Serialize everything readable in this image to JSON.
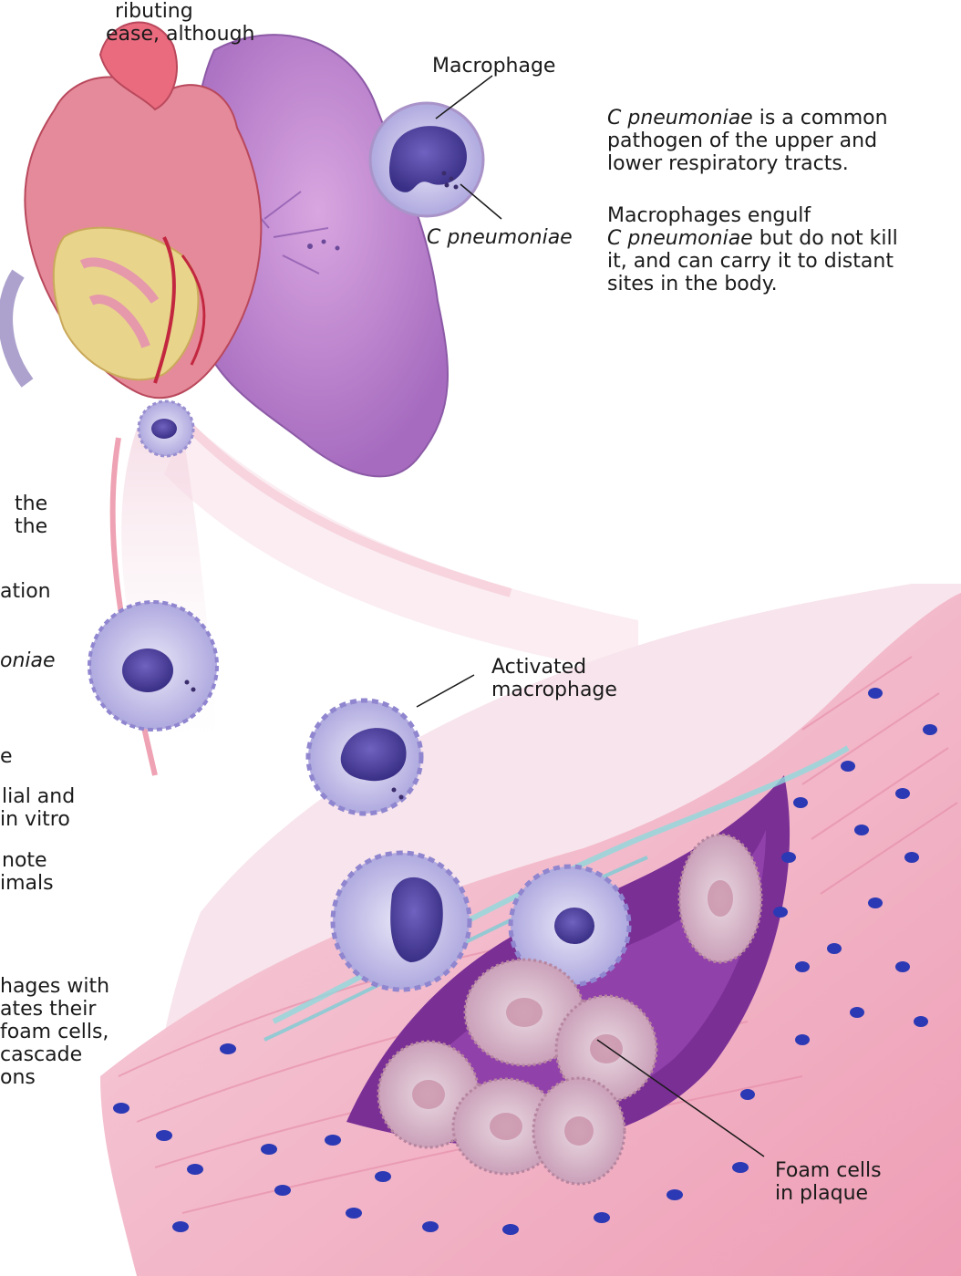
{
  "labels": {
    "macrophage": "Macrophage",
    "c_pneumoniae": "C pneumoniae",
    "activated_macrophage": [
      "Activated",
      "macrophage"
    ],
    "foam_cells": [
      "Foam cells",
      "in plaque"
    ]
  },
  "captions": {
    "pathogen": {
      "line1_italic": "C pneumoniae",
      "line1_rest": " is a common",
      "line2": "pathogen of the upper and",
      "line3": "lower respiratory tracts."
    },
    "macrophages_engulf": {
      "line1": "Macrophages engulf",
      "line2_italic": "C pneumoniae",
      "line2_rest": " but do not kill",
      "line3": "it, and can carry it to distant",
      "line4": "sites in the body."
    },
    "left_top_fragment": [
      "ributing",
      "ease, although"
    ],
    "left_middle_fragment": [
      "the",
      "the",
      "ation",
      "oniae",
      "e",
      "lial and",
      "in vitro",
      "note",
      "imals"
    ],
    "left_bottom_fragment": [
      "hages with",
      "ates their",
      "foam cells,",
      "cascade",
      "ons"
    ]
  },
  "colors": {
    "lung": "#b77fc9",
    "heart_red": "#e0546a",
    "heart_yellow": "#e9d48c",
    "vessel_pink": "#f1a7bd",
    "smooth_muscle_nucleus": "#2b39b5",
    "macrophage_body": "#c9c6ea",
    "macrophage_nucleus": "#4a3f9e",
    "plaque": "#6b2b8a",
    "fiber_cyan": "#8fd9dc"
  }
}
